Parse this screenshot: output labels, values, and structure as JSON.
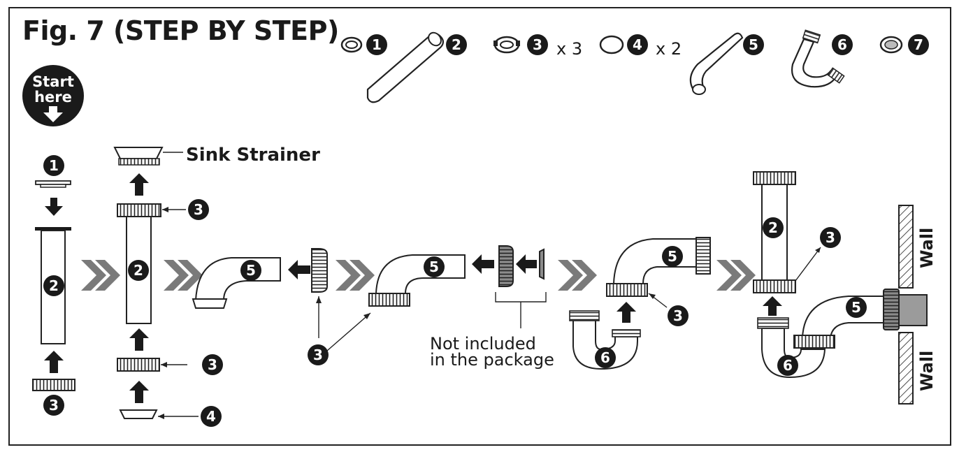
{
  "figure": {
    "title": "Fig. 7 (STEP BY STEP)",
    "start_badge": {
      "line1": "Start",
      "line2": "here"
    }
  },
  "parts_legend": [
    {
      "number": "1",
      "quantity": ""
    },
    {
      "number": "2",
      "quantity": ""
    },
    {
      "number": "3",
      "quantity": "x 3"
    },
    {
      "number": "4",
      "quantity": "x 2"
    },
    {
      "number": "5",
      "quantity": ""
    },
    {
      "number": "6",
      "quantity": ""
    },
    {
      "number": "7",
      "quantity": ""
    }
  ],
  "labels": {
    "sink_strainer": "Sink Strainer",
    "not_included_line1": "Not included",
    "not_included_line2": "in the package",
    "wall_upper": "Wall",
    "wall_lower": "Wall"
  },
  "callouts": {
    "step1": [
      "1",
      "2",
      "3"
    ],
    "step2": [
      "3",
      "2",
      "3",
      "4"
    ],
    "step3": [
      "5",
      "3"
    ],
    "step4": [
      "5"
    ],
    "step5": [
      "5",
      "3",
      "6"
    ],
    "step6": [
      "2",
      "3",
      "5",
      "6"
    ]
  },
  "colors": {
    "ink": "#1a1a1a",
    "chevron": "#7a7a7a",
    "not_included_part": "#8c8c8c",
    "wall_stub": "#9b9b9b"
  }
}
